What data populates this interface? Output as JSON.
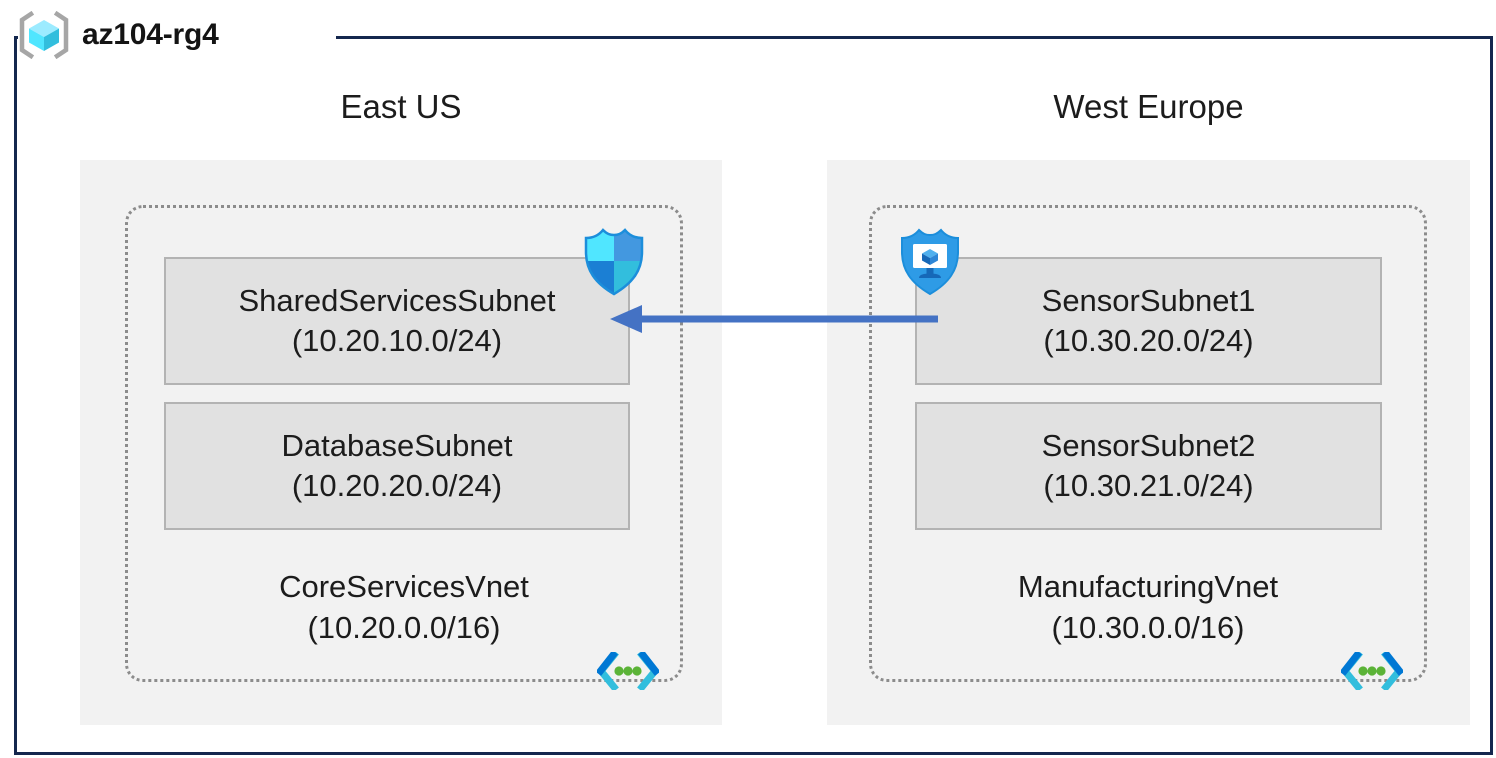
{
  "resource_group": {
    "name": "az104-rg4",
    "icon": "resource-group-cube-icon",
    "border_color": "#14274E"
  },
  "regions": [
    {
      "id": "east",
      "label": "East US",
      "fill": "#F2F2F2"
    },
    {
      "id": "west",
      "label": "West Europe",
      "fill": "#F2F2F2"
    }
  ],
  "vnets": [
    {
      "id": "core",
      "name": "CoreServicesVnet",
      "address_space": "(10.20.0.0/16)",
      "region": "East US",
      "icon": "virtual-network-icon",
      "subnets": [
        {
          "name": "SharedServicesSubnet",
          "cidr": "(10.20.10.0/24)"
        },
        {
          "name": "DatabaseSubnet",
          "cidr": "(10.20.20.0/24)"
        }
      ]
    },
    {
      "id": "manufacturing",
      "name": "ManufacturingVnet",
      "address_space": "(10.30.0.0/16)",
      "region": "West Europe",
      "icon": "virtual-network-icon",
      "subnets": [
        {
          "name": "SensorSubnet1",
          "cidr": "(10.30.20.0/24)"
        },
        {
          "name": "SensorSubnet2",
          "cidr": "(10.30.21.0/24)"
        }
      ]
    }
  ],
  "attached_icons": [
    {
      "id": "nsg",
      "icon": "network-security-group-shield-icon",
      "attached_to": "SharedServicesSubnet"
    },
    {
      "id": "bastion",
      "icon": "bastion-shield-monitor-icon",
      "attached_to": "SensorSubnet1"
    }
  ],
  "connection": {
    "icon": "peering-arrow-left-icon",
    "direction": "right-to-left",
    "from": "SensorSubnet1",
    "to": "SharedServicesSubnet",
    "color": "#4472C4"
  },
  "palette": {
    "region_fill": "#F2F2F2",
    "subnet_fill": "#E1E1E1",
    "subnet_border": "#B3B3B3",
    "vnet_dash": "#8C8C8C",
    "text": "#1C1C1C",
    "arrow": "#4472C4",
    "azure_blue": "#0078D4",
    "azure_cyan": "#50E6FF"
  }
}
